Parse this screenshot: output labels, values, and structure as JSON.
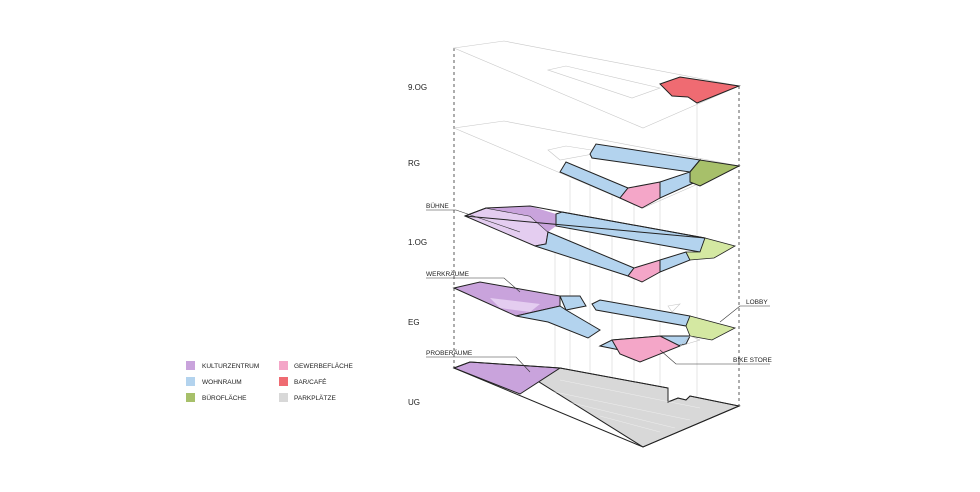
{
  "floors": [
    {
      "id": "9og",
      "label": "9.OG"
    },
    {
      "id": "rg",
      "label": "RG"
    },
    {
      "id": "1og",
      "label": "1.OG"
    },
    {
      "id": "eg",
      "label": "EG"
    },
    {
      "id": "ug",
      "label": "UG"
    }
  ],
  "callouts": {
    "buehne": "BÜHNE",
    "werkraeume": "WERKRÄUME",
    "proberaeume": "PROBERÄUME",
    "lobby": "LOBBY",
    "bike_store": "BIKE STORE"
  },
  "legend": [
    {
      "label": "KULTURZENTRUM",
      "color": "#c9a3dc"
    },
    {
      "label": "GEWERBEFLÄCHE",
      "color": "#f4a6c8"
    },
    {
      "label": "WOHNRAUM",
      "color": "#b3d3ee"
    },
    {
      "label": "BAR/CAFÉ",
      "color": "#ef6b72"
    },
    {
      "label": "BÜROFLÄCHE",
      "color": "#a7c06a"
    },
    {
      "label": "PARKPLÄTZE",
      "color": "#d8d8d8"
    }
  ],
  "colors": {
    "kultur": "#c9a3dc",
    "kultur_light": "#e4cdf0",
    "gewerbe": "#f4a6c8",
    "wohnraum": "#b3d3ee",
    "bar": "#ef6b72",
    "buero": "#a7c06a",
    "buero_light": "#d4e8a2",
    "park": "#d8d8d8"
  }
}
